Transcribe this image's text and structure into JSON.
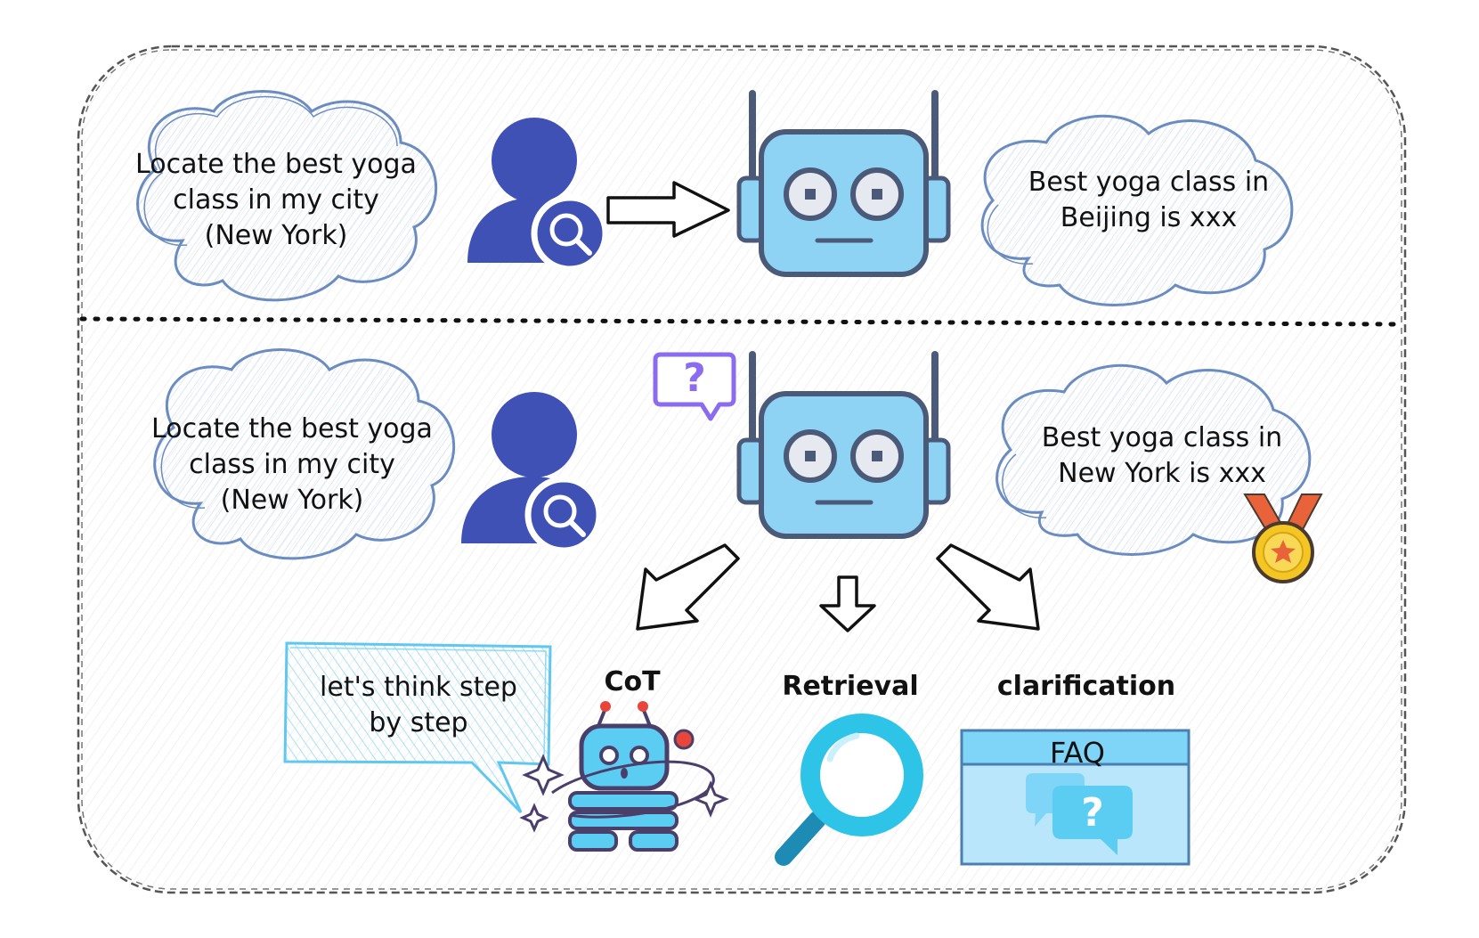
{
  "top_row": {
    "query_cloud": {
      "line1": "Locate the best yoga",
      "line2": "class in my city",
      "line3": "(New York)"
    },
    "answer_cloud": {
      "line1": "Best yoga class in",
      "line2": "Beijing is xxx"
    }
  },
  "bottom_row": {
    "query_cloud": {
      "line1": "Locate the best yoga",
      "line2": "class in my city",
      "line3": "(New York)"
    },
    "answer_cloud": {
      "line1": "Best yoga class in",
      "line2": "New York is xxx"
    },
    "question_mark": "?",
    "strategies": {
      "cot": "CoT",
      "retrieval": "Retrieval",
      "clarification": "clarification"
    },
    "cot_note": {
      "line1": "let's think step",
      "line2": "by step"
    },
    "faq_label": "FAQ",
    "faq_mark": "?"
  },
  "colors": {
    "person": "#3f51b5",
    "robot_face": "#8fd3f4",
    "robot_outline": "#4a5a78",
    "cloud_stroke": "#6b8cc0",
    "question_box": "#8b6cf0",
    "cot_note": "#5fc7f0",
    "magnifier": "#2ec4e8",
    "faq_panel": "#b9e6fb",
    "medal": "#f3c623"
  }
}
